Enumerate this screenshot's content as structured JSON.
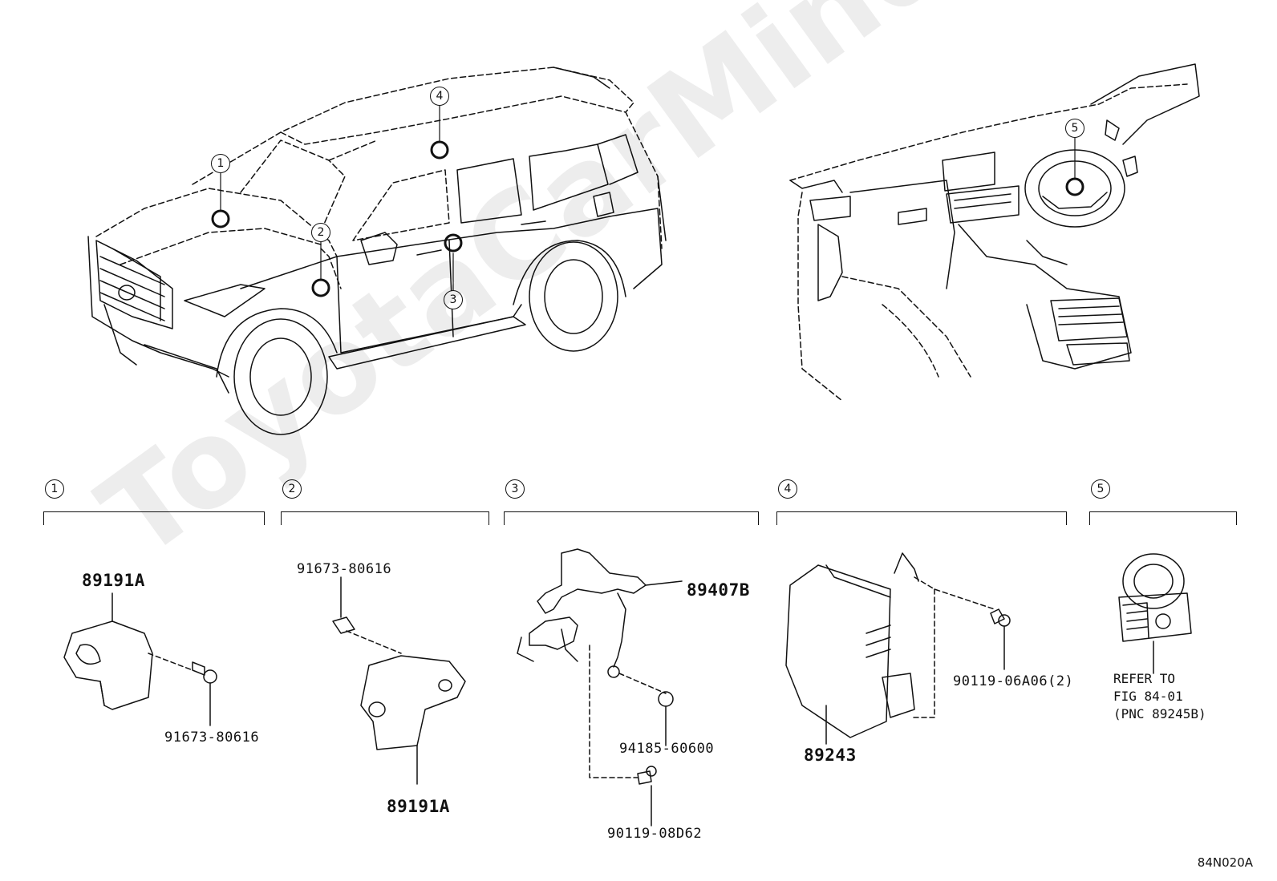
{
  "watermark": "ToyotaCarMind.ru",
  "figure_code": "84N020A",
  "callouts": [
    "1",
    "2",
    "3",
    "4",
    "5"
  ],
  "sections": [
    {
      "num": "1"
    },
    {
      "num": "2"
    },
    {
      "num": "3"
    },
    {
      "num": "4"
    },
    {
      "num": "5"
    }
  ],
  "parts": {
    "s1_main": "89191A",
    "s1_bolt": "91673-80616",
    "s2_bolt": "91673-80616",
    "s2_main": "89191A",
    "s3_main": "89407B",
    "s3_nut": "94185-60600",
    "s3_bolt": "90119-08D62",
    "s4_bolt": "90119-06A06(2)",
    "s4_main": "89243",
    "s5_note": "REFER TO\nFIG 84-01\n(PNC 89245B)"
  }
}
